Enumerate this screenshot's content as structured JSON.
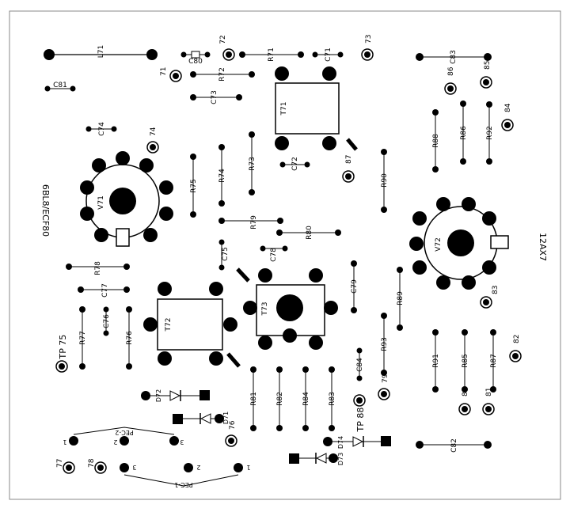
{
  "board": {
    "tube_left_type": "6BL8/ECF80",
    "tube_right_type": "12AX7",
    "tube_left_label": "V71",
    "tube_right_label": "V72",
    "t71": "T71",
    "t72": "T72",
    "t73": "T73",
    "pec2": "PEC-2",
    "pec1": "PEC-1",
    "pin1": "1",
    "pin2": "2",
    "pin3": "3"
  },
  "components": {
    "l71": "L71",
    "c80": "C80",
    "c81": "C81",
    "c71": "C71",
    "c72": "C72",
    "c73": "C73",
    "c74": "C74",
    "c75": "C75",
    "c76": "C76",
    "c77": "C77",
    "c78": "C78",
    "c79": "C79",
    "c82": "C82",
    "c83": "C83",
    "c84": "C84",
    "r71": "R71",
    "r72": "R72",
    "r73": "R73",
    "r74": "R74",
    "r75": "R75",
    "r76": "R76",
    "r77": "R77",
    "r78": "R78",
    "r79": "R79",
    "r80": "R80",
    "r81": "R81",
    "r82": "R82",
    "r83": "R83",
    "r84": "R84",
    "r85": "R85",
    "r86": "R86",
    "r87": "R87",
    "r88": "R88",
    "r89": "R89",
    "r90": "R90",
    "r91": "R91",
    "r92": "R92",
    "r93": "R93",
    "d71": "D71",
    "d72": "D72",
    "d73": "D73",
    "d74": "D74"
  },
  "test_points": {
    "tp71": "71",
    "tp72": "72",
    "tp73": "73",
    "tp74": "74",
    "tp75": "TP 75",
    "tp76": "76",
    "tp77": "77",
    "tp78": "78",
    "tp79": "79",
    "tp80": "80",
    "tp81": "81",
    "tp82": "82",
    "tp83": "83",
    "tp84": "84",
    "tp85": "85",
    "tp86": "86",
    "tp87": "87",
    "tp88": "TP 88"
  }
}
